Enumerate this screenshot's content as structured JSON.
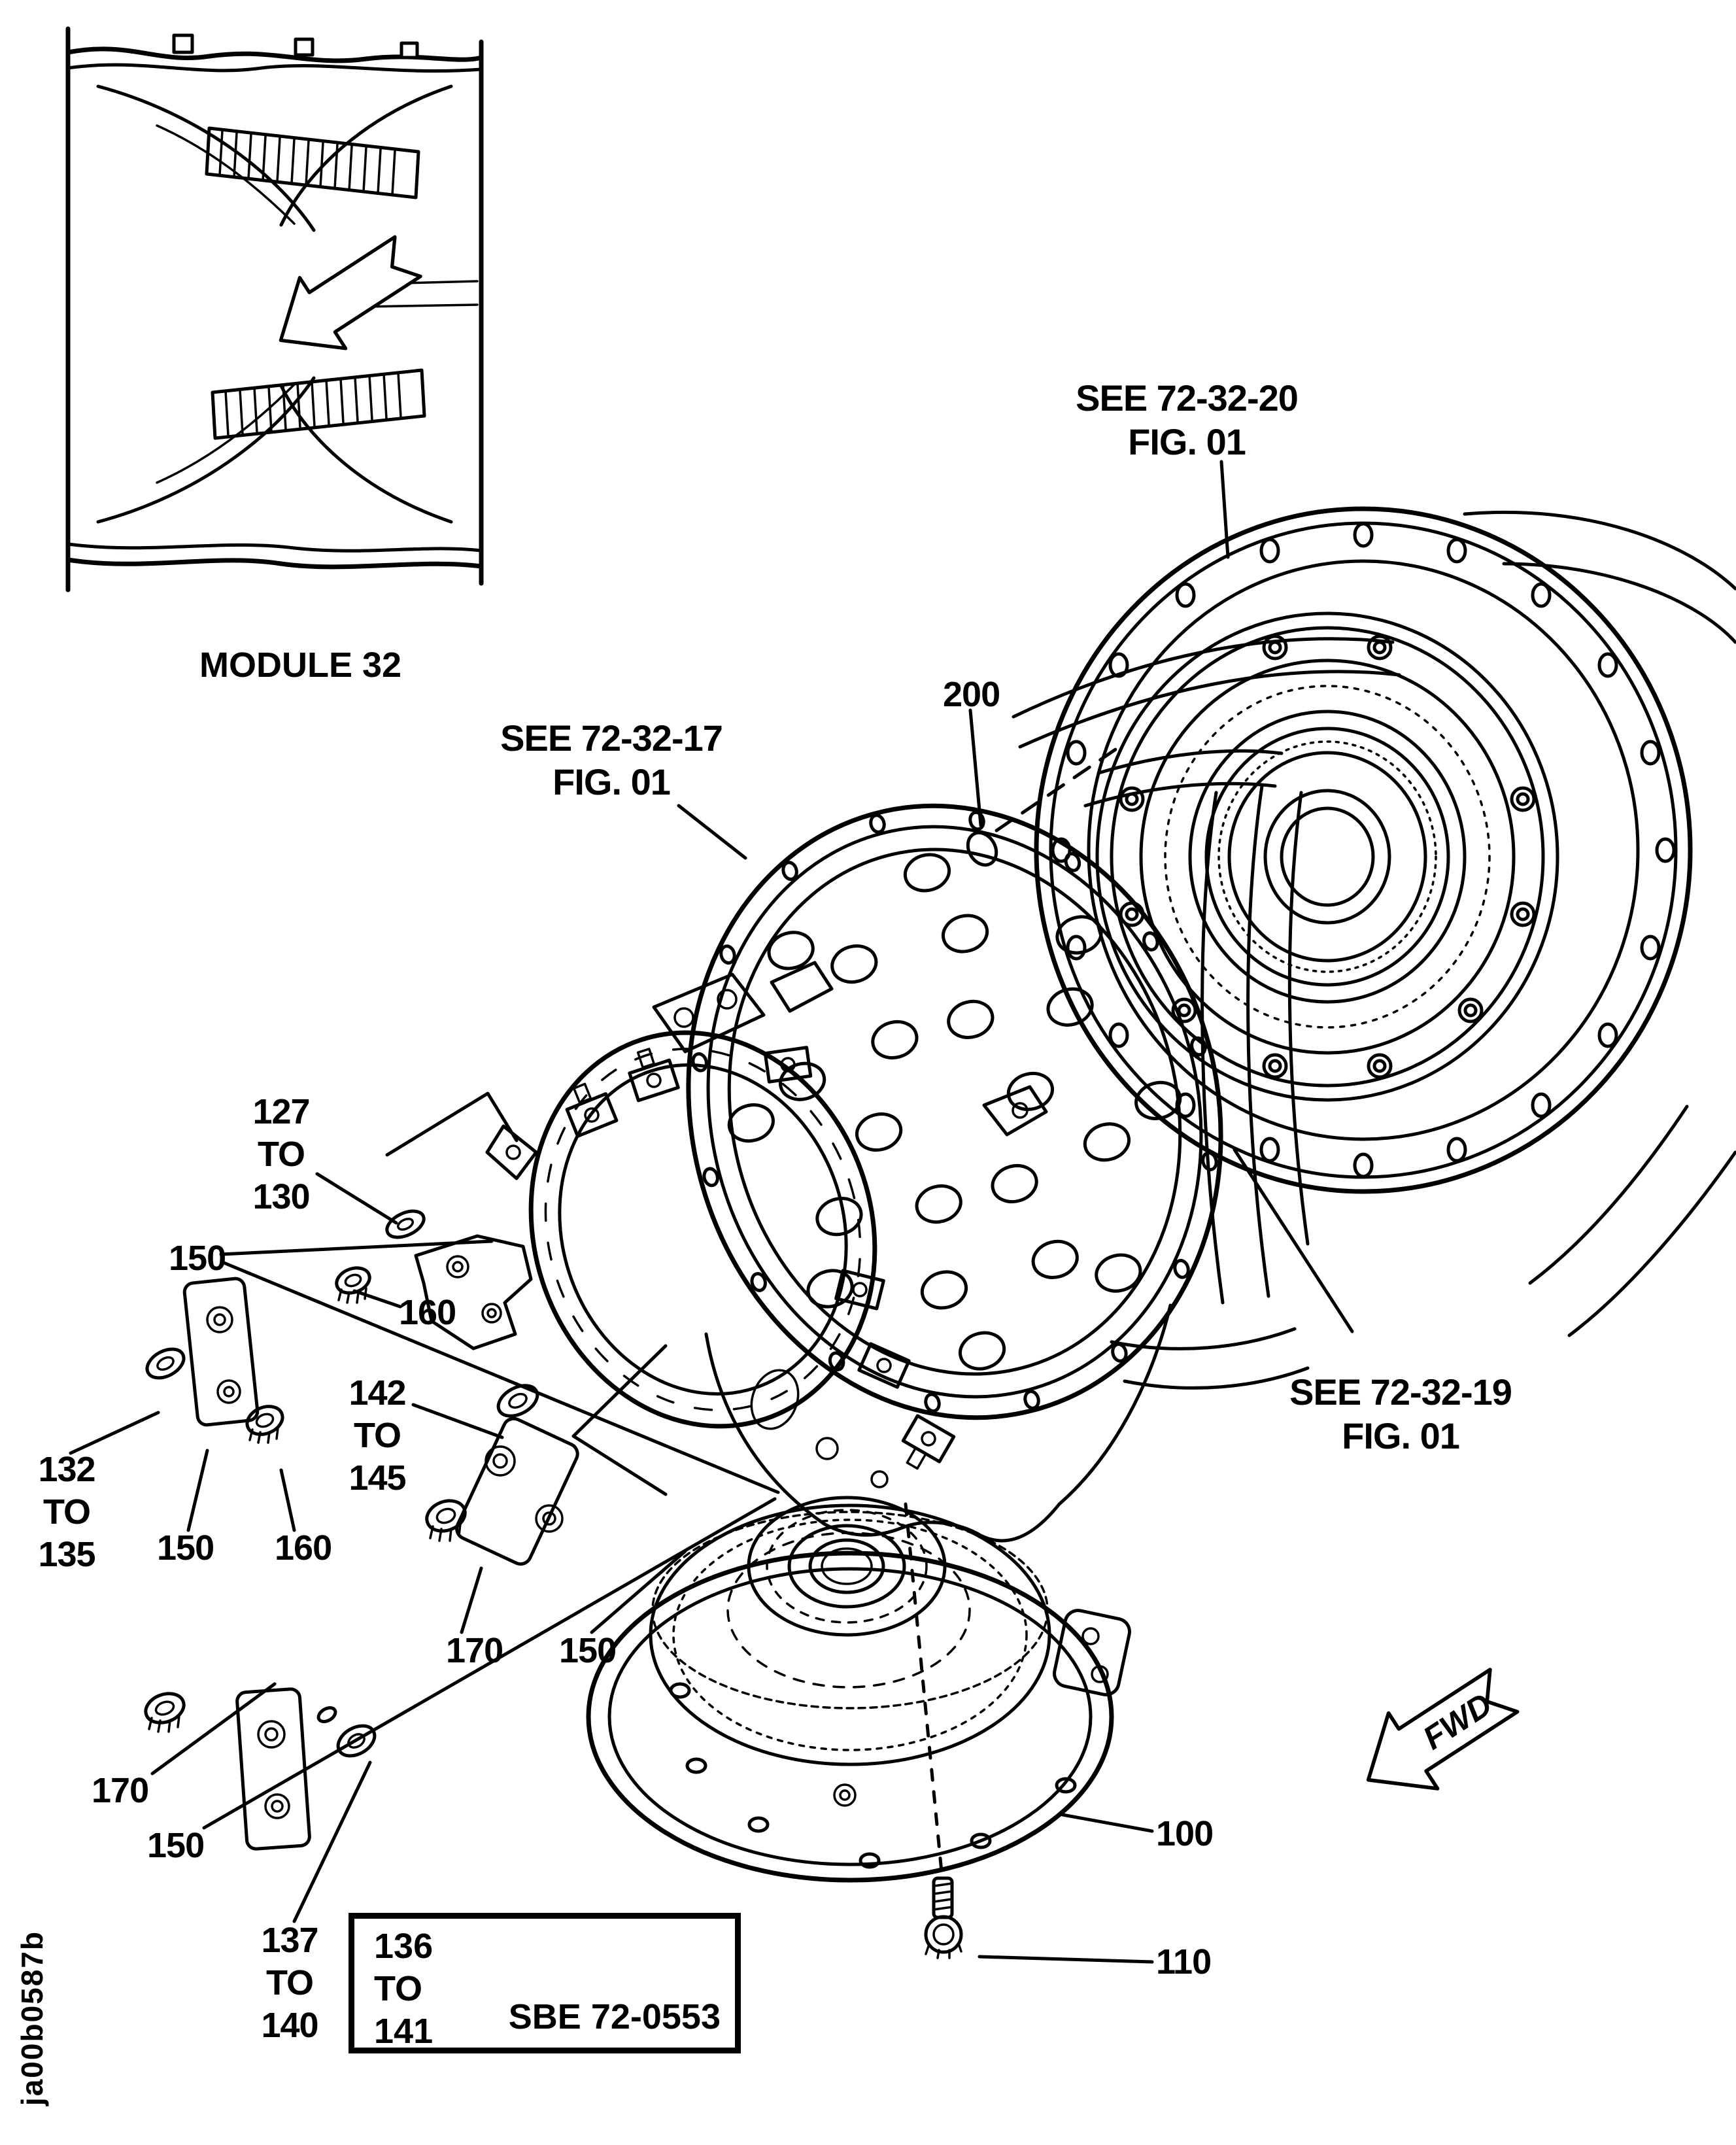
{
  "page": {
    "background": "#ffffff",
    "ink": "#000000"
  },
  "inset": {
    "label": "MODULE 32"
  },
  "references": {
    "r72_32_20": "SEE 72-32-20\nFIG. 01",
    "r72_32_17": "SEE 72-32-17\nFIG. 01",
    "r72_32_19": "SEE 72-32-19\nFIG. 01"
  },
  "callouts": {
    "item_200": "200",
    "item_127_130": "127\nTO\n130",
    "item_150_a": "150",
    "item_160_a": "160",
    "item_142_145": "142\nTO\n145",
    "item_132_135": "132\nTO\n135",
    "item_150_b": "150",
    "item_160_b": "160",
    "item_170_a": "170",
    "item_150_c": "150",
    "item_170_b": "170",
    "item_150_d": "150",
    "item_137_140": "137\nTO\n140",
    "item_100": "100",
    "item_110": "110"
  },
  "ref_box": {
    "inside_range": "136\nTO\n141",
    "code": "SBE 72-0553"
  },
  "direction_arrow": {
    "label": "FWD"
  },
  "margin_code": "ja00b0587b"
}
